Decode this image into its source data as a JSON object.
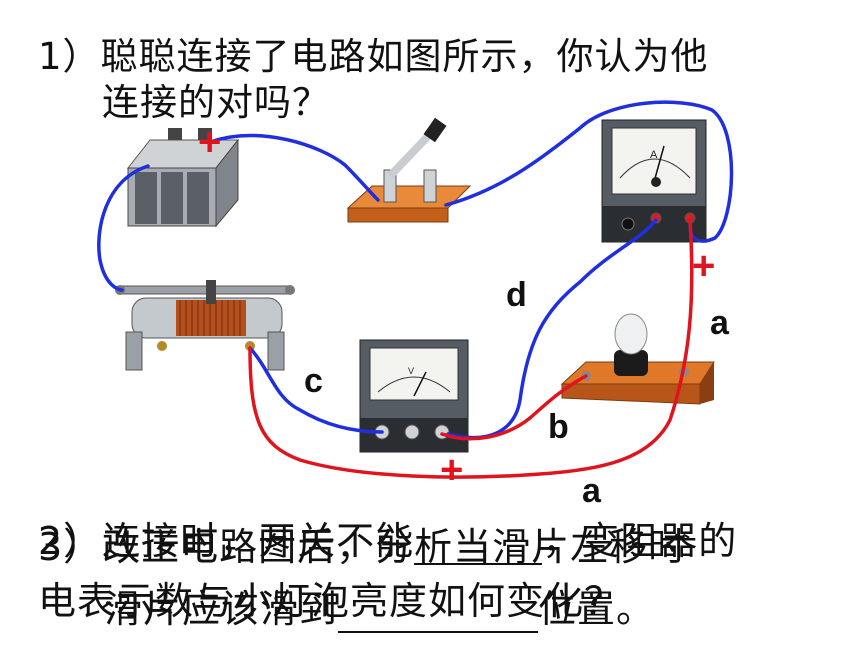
{
  "question1": {
    "line1": "1）聪聪连接了电路如图所示，你认为他",
    "line2": "连接的对吗？"
  },
  "wire_labels": {
    "a_top": "a",
    "a_bottom": "a",
    "b": "b",
    "c": "c",
    "d": "d"
  },
  "polarity": {
    "battery": "+",
    "ammeter": "+",
    "voltmeter": "+"
  },
  "meters": {
    "ammeter_symbol": "A",
    "voltmeter_symbol": "V"
  },
  "overlapped_text": {
    "layer1_line1": "2）连接时，开关不能",
    "layer1_line1_end": "，变阻器的",
    "layer1_line2": "滑片应该滑到",
    "layer1_line2_end": "位置。",
    "layer2_line1": "3）改正电路图后，分析当滑片左移时",
    "layer2_line2": "电表示数与小灯泡亮度如何变化？"
  },
  "colors": {
    "wire_blue": "#1f2fe0",
    "wire_red": "#e0141e",
    "board_orange": "#e0782a"
  }
}
